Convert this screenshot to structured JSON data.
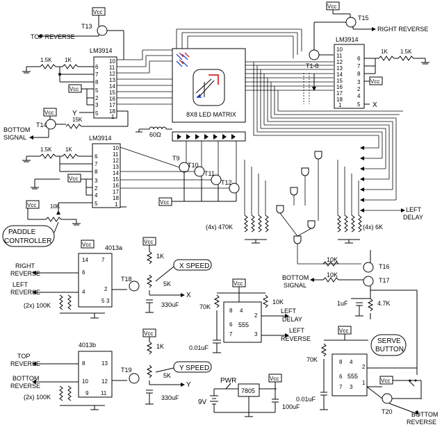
{
  "labels": {
    "vcc": "Vcc",
    "lm3914": "LM3914",
    "t13": "T13",
    "t14": "T14",
    "t15": "T15",
    "t1_8": "T1-8",
    "t9": "T9",
    "t10": "T10",
    "t11": "T11",
    "t12": "T12",
    "t16": "T16",
    "t17": "T17",
    "t18": "T18",
    "t19": "T19",
    "t20": "T20",
    "top_reverse": "TOP REVERSE",
    "right_reverse": "RIGHT REVERSE",
    "bottom_signal_1": "BOTTOM",
    "bottom_signal_2": "SIGNAL",
    "bottom_signal_inline": "BOTTOM SIGNAL",
    "r15k": "1.5K",
    "r1k": "1K",
    "r15k_b": "15K",
    "r60": "60Ω",
    "r10k": "10K",
    "r470k": "(4x) 470K",
    "r6k": "(4x) 6K",
    "y": "Y",
    "x": "X",
    "led_matrix": "8X8 LED MATRIX",
    "paddle_1": "PADDLE",
    "paddle_2": "CONTROLLER",
    "left_delay_1": "LEFT",
    "left_delay_2": "DELAY",
    "chip_4013a": "4013a",
    "chip_4013b": "4013b",
    "right_rev_1": "RIGHT",
    "right_rev_2": "REVERSE",
    "left_rev_1": "LEFT",
    "left_rev_2": "REVERSE",
    "top_rev_1": "TOP",
    "top_rev_2": "REVERSE",
    "bottom_rev_1": "BOTTOM",
    "bottom_rev_2": "REVERSE",
    "r100k": "(2x) 100K",
    "x_speed": "X SPEED",
    "y_speed": "Y SPEED",
    "r5k": "5K",
    "c330": "330uF",
    "r70k": "70K",
    "c001": "0.01uF",
    "chip_555": "555",
    "r47k": "4.7K",
    "c1u": "1uF",
    "serve_1": "SERVE",
    "serve_2": "BUTTON",
    "pwr": "PWR",
    "v9": "9V",
    "reg7805": "7805",
    "c100u": "100uF"
  }
}
